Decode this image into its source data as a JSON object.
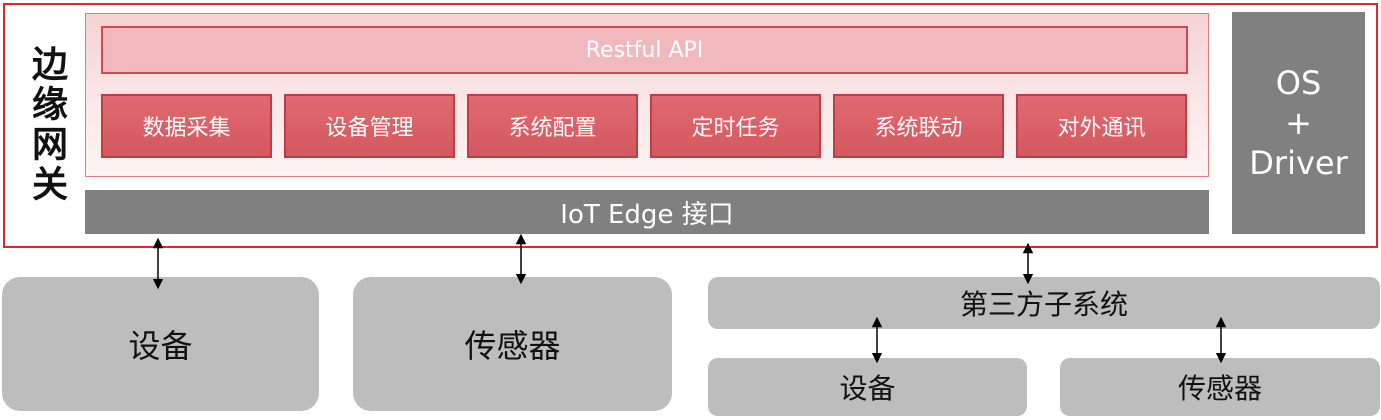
{
  "gateway": {
    "title": "边缘网关",
    "api_label": "Restful API",
    "modules": [
      "数据采集",
      "设备管理",
      "系统配置",
      "定时任务",
      "系统联动",
      "对外通讯"
    ],
    "iot_interface": "IoT Edge 接口",
    "os_box": {
      "line1": "OS",
      "line2": "+",
      "line3": "Driver"
    }
  },
  "bottom": {
    "device": "设备",
    "sensor": "传感器",
    "third_party": {
      "label": "第三方子系统",
      "device": "设备",
      "sensor": "传感器"
    }
  },
  "colors": {
    "frame": "#e0262d",
    "module": "#d4585f",
    "gray_bar": "#808080",
    "block": "#bdbdbd"
  }
}
